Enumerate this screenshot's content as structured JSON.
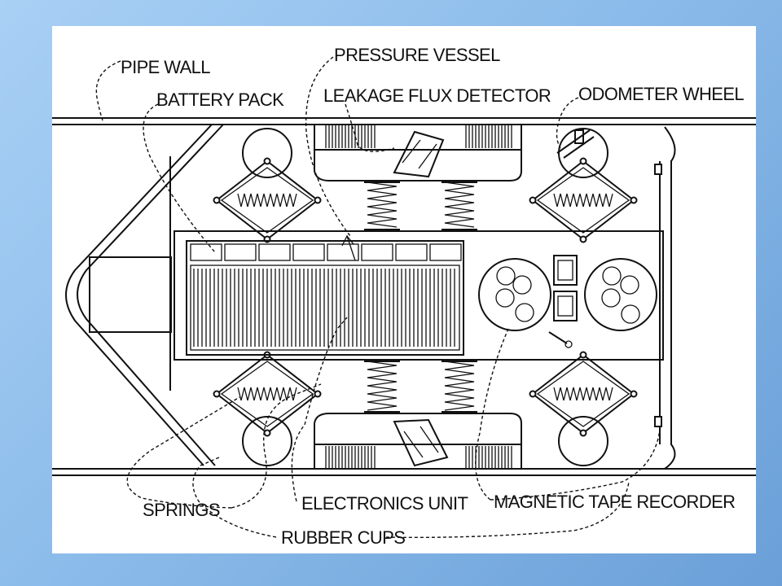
{
  "diagram": {
    "labels": {
      "pipe_wall": "PIPE WALL",
      "battery_pack": "BATTERY PACK",
      "pressure_vessel": "PRESSURE VESSEL",
      "leakage_flux_detector": "LEAKAGE FLUX DETECTOR",
      "odometer_wheel": "ODOMETER WHEEL",
      "springs": "SPRINGS",
      "electronics_unit": "ELECTRONICS UNIT",
      "magnetic_tape_recorder": "MAGNETIC TAPE RECORDER",
      "rubber_cups": "RUBBER CUPS"
    },
    "colors": {
      "background_light": "#a9d0f5",
      "background_dark": "#6a9fd8",
      "panel": "#ffffff",
      "ink": "#111111"
    }
  }
}
